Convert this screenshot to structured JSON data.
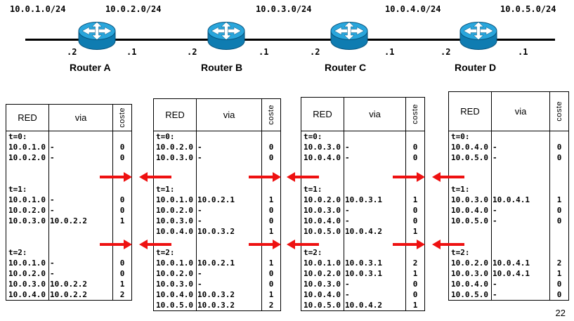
{
  "page": {
    "number": "22"
  },
  "colors": {
    "arrow": "#ee1111",
    "router_top": "#2aa6dc",
    "router_side": "#0f7cb1",
    "line": "#000000"
  },
  "topology": {
    "segment_labels": [
      "10.0.1.0/24",
      "10.0.2.0/24",
      "10.0.3.0/24",
      "10.0.4.0/24",
      "10.0.5.0/24"
    ],
    "routers": [
      {
        "name": "Router A",
        "left_if": ".2",
        "right_if": ".1"
      },
      {
        "name": "Router B",
        "left_if": ".2",
        "right_if": ".1"
      },
      {
        "name": "Router C",
        "left_if": ".2",
        "right_if": ".1"
      },
      {
        "name": "Router D",
        "left_if": ".2",
        "right_if": ".1"
      }
    ]
  },
  "table_headers": {
    "dest": "RED",
    "via": "via",
    "cost": "coste"
  },
  "routing_tables": [
    {
      "router": "Router A",
      "rows": [
        {
          "t": "label",
          "text": "t=0:"
        },
        {
          "t": "route",
          "dest": "10.0.1.0",
          "via": "-",
          "cost": "0"
        },
        {
          "t": "route",
          "dest": "10.0.2.0",
          "via": "-",
          "cost": "0"
        },
        {
          "t": "blank"
        },
        {
          "t": "blank"
        },
        {
          "t": "label",
          "text": "t=1:"
        },
        {
          "t": "route",
          "dest": "10.0.1.0",
          "via": "-",
          "cost": "0"
        },
        {
          "t": "route",
          "dest": "10.0.2.0",
          "via": "-",
          "cost": "0"
        },
        {
          "t": "route",
          "dest": "10.0.3.0",
          "via": "10.0.2.2",
          "cost": "1"
        },
        {
          "t": "blank"
        },
        {
          "t": "blank"
        },
        {
          "t": "label",
          "text": "t=2:"
        },
        {
          "t": "route",
          "dest": "10.0.1.0",
          "via": "-",
          "cost": "0"
        },
        {
          "t": "route",
          "dest": "10.0.2.0",
          "via": "-",
          "cost": "0"
        },
        {
          "t": "route",
          "dest": "10.0.3.0",
          "via": "10.0.2.2",
          "cost": "1"
        },
        {
          "t": "route",
          "dest": "10.0.4.0",
          "via": "10.0.2.2",
          "cost": "2"
        }
      ]
    },
    {
      "router": "Router B",
      "rows": [
        {
          "t": "label",
          "text": "t=0:"
        },
        {
          "t": "route",
          "dest": "10.0.2.0",
          "via": "-",
          "cost": "0"
        },
        {
          "t": "route",
          "dest": "10.0.3.0",
          "via": "-",
          "cost": "0"
        },
        {
          "t": "blank"
        },
        {
          "t": "blank"
        },
        {
          "t": "label",
          "text": "t=1:"
        },
        {
          "t": "route",
          "dest": "10.0.1.0",
          "via": "10.0.2.1",
          "cost": "1"
        },
        {
          "t": "route",
          "dest": "10.0.2.0",
          "via": "-",
          "cost": "0"
        },
        {
          "t": "route",
          "dest": "10.0.3.0",
          "via": "-",
          "cost": "0"
        },
        {
          "t": "route",
          "dest": "10.0.4.0",
          "via": "10.0.3.2",
          "cost": "1"
        },
        {
          "t": "blank"
        },
        {
          "t": "label",
          "text": "t=2:"
        },
        {
          "t": "route",
          "dest": "10.0.1.0",
          "via": "10.0.2.1",
          "cost": "1"
        },
        {
          "t": "route",
          "dest": "10.0.2.0",
          "via": "-",
          "cost": "0"
        },
        {
          "t": "route",
          "dest": "10.0.3.0",
          "via": "-",
          "cost": "0"
        },
        {
          "t": "route",
          "dest": "10.0.4.0",
          "via": "10.0.3.2",
          "cost": "1"
        },
        {
          "t": "route",
          "dest": "10.0.5.0",
          "via": "10.0.3.2",
          "cost": "2"
        }
      ]
    },
    {
      "router": "Router C",
      "rows": [
        {
          "t": "label",
          "text": "t=0:"
        },
        {
          "t": "route",
          "dest": "10.0.3.0",
          "via": "-",
          "cost": "0"
        },
        {
          "t": "route",
          "dest": "10.0.4.0",
          "via": "-",
          "cost": "0"
        },
        {
          "t": "blank"
        },
        {
          "t": "blank"
        },
        {
          "t": "label",
          "text": "t=1:"
        },
        {
          "t": "route",
          "dest": "10.0.2.0",
          "via": "10.0.3.1",
          "cost": "1"
        },
        {
          "t": "route",
          "dest": "10.0.3.0",
          "via": "-",
          "cost": "0"
        },
        {
          "t": "route",
          "dest": "10.0.4.0",
          "via": "-",
          "cost": "0"
        },
        {
          "t": "route",
          "dest": "10.0.5.0",
          "via": "10.0.4.2",
          "cost": "1"
        },
        {
          "t": "blank"
        },
        {
          "t": "label",
          "text": "t=2:"
        },
        {
          "t": "route",
          "dest": "10.0.1.0",
          "via": "10.0.3.1",
          "cost": "2"
        },
        {
          "t": "route",
          "dest": "10.0.2.0",
          "via": "10.0.3.1",
          "cost": "1"
        },
        {
          "t": "route",
          "dest": "10.0.3.0",
          "via": "-",
          "cost": "0"
        },
        {
          "t": "route",
          "dest": "10.0.4.0",
          "via": "-",
          "cost": "0"
        },
        {
          "t": "route",
          "dest": "10.0.5.0",
          "via": "10.0.4.2",
          "cost": "1"
        }
      ]
    },
    {
      "router": "Router D",
      "rows": [
        {
          "t": "label",
          "text": "t=0:"
        },
        {
          "t": "route",
          "dest": "10.0.4.0",
          "via": "-",
          "cost": "0"
        },
        {
          "t": "route",
          "dest": "10.0.5.0",
          "via": "-",
          "cost": "0"
        },
        {
          "t": "blank"
        },
        {
          "t": "blank"
        },
        {
          "t": "label",
          "text": "t=1:"
        },
        {
          "t": "route",
          "dest": "10.0.3.0",
          "via": "10.0.4.1",
          "cost": "1"
        },
        {
          "t": "route",
          "dest": "10.0.4.0",
          "via": "-",
          "cost": "0"
        },
        {
          "t": "route",
          "dest": "10.0.5.0",
          "via": "-",
          "cost": "0"
        },
        {
          "t": "blank"
        },
        {
          "t": "blank"
        },
        {
          "t": "label",
          "text": "t=2:"
        },
        {
          "t": "route",
          "dest": "10.0.2.0",
          "via": "10.0.4.1",
          "cost": "2"
        },
        {
          "t": "route",
          "dest": "10.0.3.0",
          "via": "10.0.4.1",
          "cost": "1"
        },
        {
          "t": "route",
          "dest": "10.0.4.0",
          "via": "-",
          "cost": "0"
        },
        {
          "t": "route",
          "dest": "10.0.5.0",
          "via": "-",
          "cost": "0"
        }
      ]
    }
  ],
  "arrows": [
    {
      "gap": "A-B",
      "time": "t=1",
      "direction": "right"
    },
    {
      "gap": "A-B",
      "time": "t=1",
      "direction": "left"
    },
    {
      "gap": "B-C",
      "time": "t=1",
      "direction": "right"
    },
    {
      "gap": "B-C",
      "time": "t=1",
      "direction": "left"
    },
    {
      "gap": "C-D",
      "time": "t=1",
      "direction": "right"
    },
    {
      "gap": "C-D",
      "time": "t=1",
      "direction": "left"
    },
    {
      "gap": "A-B",
      "time": "t=2",
      "direction": "right"
    },
    {
      "gap": "A-B",
      "time": "t=2",
      "direction": "left"
    },
    {
      "gap": "B-C",
      "time": "t=2",
      "direction": "right"
    },
    {
      "gap": "B-C",
      "time": "t=2",
      "direction": "left"
    },
    {
      "gap": "C-D",
      "time": "t=2",
      "direction": "right"
    },
    {
      "gap": "C-D",
      "time": "t=2",
      "direction": "left"
    }
  ]
}
